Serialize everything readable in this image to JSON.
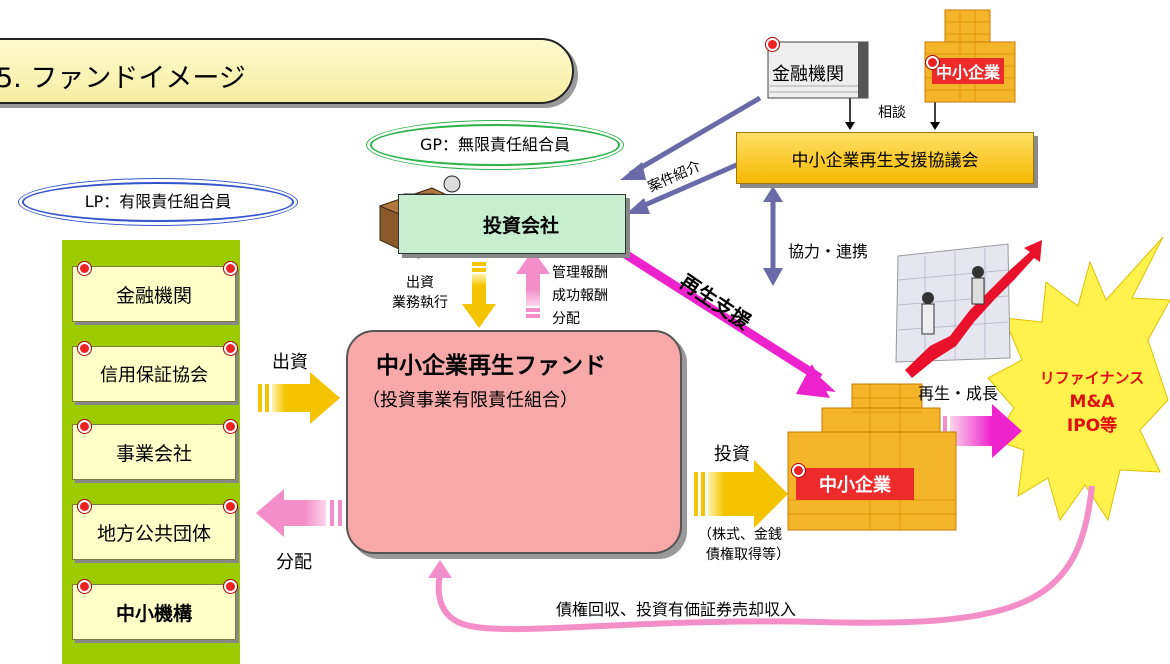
{
  "title": "5. ファンドイメージ",
  "gp_label": "GP：無限責任組合員",
  "lp_label": "LP：有限責任組合員",
  "lp_members": [
    "金融機関",
    "信用保証協会",
    "事業会社",
    "地方公共団体",
    "中小機構"
  ],
  "investment_company": "投資会社",
  "fund": {
    "name": "中小企業再生ファンド",
    "subtitle": "（投資事業有限責任組合）"
  },
  "top_entities": {
    "bank": "金融機関",
    "sme": "中小企業",
    "council": "中小企業再生支援協議会",
    "consult": "相談"
  },
  "arrow_labels": {
    "case_referral": "案件紹介",
    "cooperation": "協力・連携",
    "revival_support": "再生支援",
    "invest_exec": [
      "出資",
      "業務執行"
    ],
    "fees": [
      "管理報酬",
      "成功報酬",
      "分配"
    ],
    "contribution": "出資",
    "distribution": "分配",
    "investment": "投資",
    "investment_note": [
      "（株式、金銭",
      "債権取得等）"
    ],
    "growth": "再生・成長",
    "recovery": "債権回収、投資有価証券売却収入"
  },
  "target_sme": "中小企業",
  "exit": [
    "リファイナンス",
    "M&A",
    "IPO等"
  ],
  "colors": {
    "lp_panel": "#9ccc00",
    "fund": "#f7a9a9",
    "yellow_arrow": "#f5c400",
    "pink_arrow": "#f48ec8",
    "magenta_arrow": "#ee22cc",
    "blue_arrow": "#6a6aa8",
    "exit_burst": "#fff24d"
  }
}
